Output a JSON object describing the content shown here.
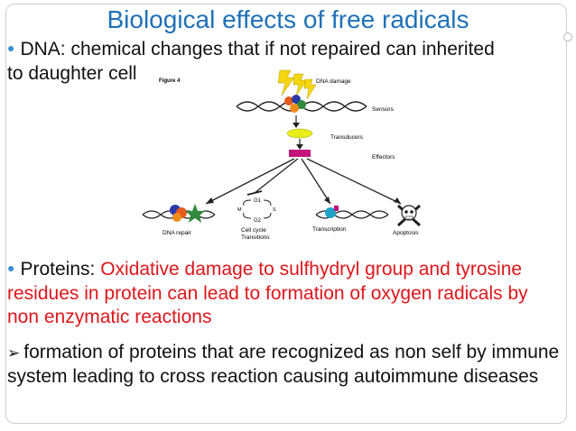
{
  "slide": {
    "title": "Biological effects of free radicals",
    "bullet1": "DNA: chemical changes that if not repaired can inherited to daughter cells",
    "bullet2_label": "Proteins:",
    "bullet2_red": "Oxidative damage to sulfhydryl group and tyrosine residues in protein can lead to formation of oxygen radicals by non enzymatic reactions",
    "bullet3": "formation of proteins that are recognized as non self by immune system leading to cross reaction causing autoimmune diseases"
  },
  "figure": {
    "caption": "Figure 4",
    "dna_damage": "DNA damage",
    "sensors": "Sensors",
    "transducers": "Transducers",
    "effectors": "Effectors",
    "g1": "G1",
    "g2": "G2",
    "m": "M",
    "s": "S",
    "dna_repair": "DNA repair",
    "cell_cycle": "Cell cycle",
    "transitions": "Transitions",
    "transcription": "Transcription",
    "apoptosis": "Apoptosis"
  },
  "colors": {
    "title": "#1f71b8",
    "bullet": "#3a8fd6",
    "accent_red": "#e0161b"
  }
}
